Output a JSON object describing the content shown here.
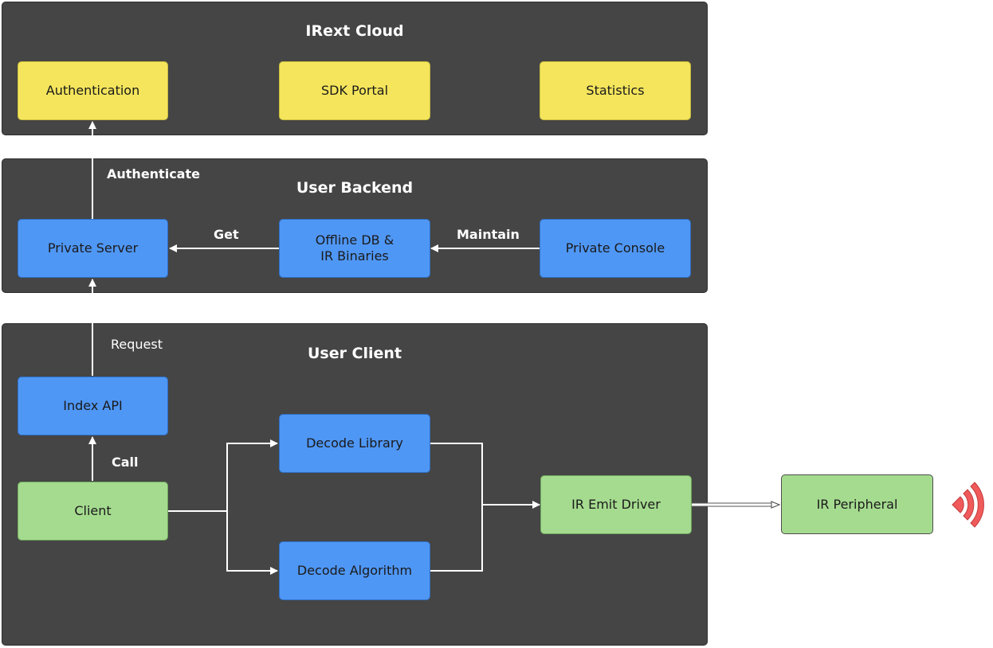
{
  "panels": {
    "cloud": {
      "title": "IRext Cloud"
    },
    "backend": {
      "title": "User Backend"
    },
    "client": {
      "title": "User Client"
    }
  },
  "nodes": {
    "authentication": "Authentication",
    "sdk_portal": "SDK Portal",
    "statistics": "Statistics",
    "private_server": "Private Server",
    "offline_db": "Offline DB &\nIR Binaries",
    "private_console": "Private Console",
    "index_api": "Index API",
    "client": "Client",
    "decode_library": "Decode Library",
    "decode_algorithm": "Decode Algorithm",
    "ir_emit_driver": "IR Emit Driver",
    "ir_peripheral": "IR Peripheral"
  },
  "edges": {
    "authenticate": "Authenticate",
    "get": "Get",
    "maintain": "Maintain",
    "request": "Request",
    "call": "Call"
  },
  "colors": {
    "panel": "#454545",
    "yellow": "#f4e55c",
    "blue": "#4f97f5",
    "green": "#a5db8f",
    "signal": "#f05a5a"
  },
  "icons": {
    "signal": "wireless-signal-icon"
  }
}
